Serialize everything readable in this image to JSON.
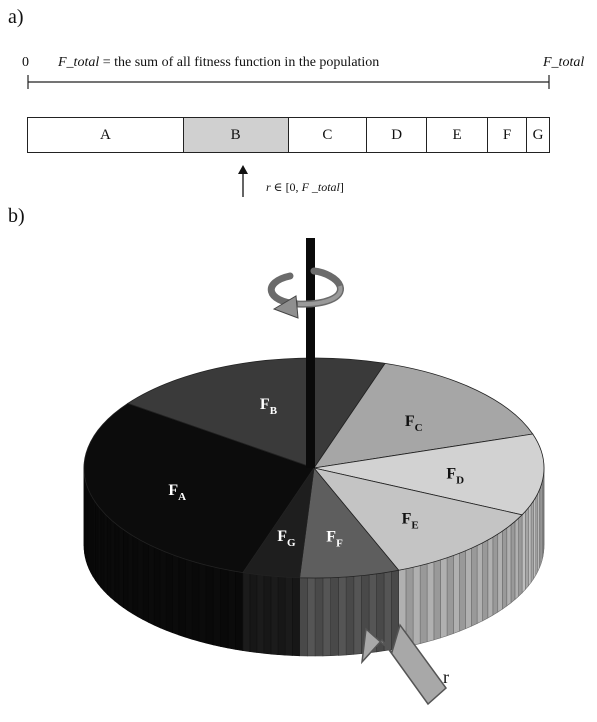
{
  "part_a": {
    "tag": "a)",
    "scale_start": "0",
    "scale_end": "F_total",
    "description_var": "F_total",
    "description_rest": "= the sum of all fitness function in the population",
    "segments": [
      {
        "label": "A",
        "shaded": false,
        "fraction": 0.299
      },
      {
        "label": "B",
        "shaded": true,
        "fraction": 0.201
      },
      {
        "label": "C",
        "shaded": false,
        "fraction": 0.151
      },
      {
        "label": "D",
        "shaded": false,
        "fraction": 0.115
      },
      {
        "label": "E",
        "shaded": false,
        "fraction": 0.117
      },
      {
        "label": "F",
        "shaded": false,
        "fraction": 0.075
      },
      {
        "label": "G",
        "shaded": false,
        "fraction": 0.042
      }
    ],
    "pointer_text_r": "r",
    "pointer_text_in": "∈",
    "pointer_text_interval_open": "[0,",
    "pointer_text_var": "F _total",
    "pointer_text_interval_close": "]"
  },
  "part_b": {
    "tag": "b)",
    "arrow_label": "r",
    "slices": [
      {
        "base": "F",
        "sub": "A",
        "color": "#0c0c0c",
        "fraction": 0.3,
        "label_color": "#ffffff"
      },
      {
        "base": "F",
        "sub": "B",
        "color": "#3a3a3a",
        "fraction": 0.2,
        "label_color": "#ffffff"
      },
      {
        "base": "F",
        "sub": "C",
        "color": "#a6a6a6",
        "fraction": 0.15,
        "label_color": "#111111"
      },
      {
        "base": "F",
        "sub": "D",
        "color": "#d2d2d2",
        "fraction": 0.12,
        "label_color": "#111111"
      },
      {
        "base": "F",
        "sub": "E",
        "color": "#c4c4c4",
        "fraction": 0.12,
        "label_color": "#111111"
      },
      {
        "base": "F",
        "sub": "F",
        "color": "#5e5e5e",
        "fraction": 0.07,
        "label_color": "#ffffff"
      },
      {
        "base": "F",
        "sub": "G",
        "color": "#1e1e1e",
        "fraction": 0.04,
        "label_color": "#ffffff"
      }
    ]
  }
}
